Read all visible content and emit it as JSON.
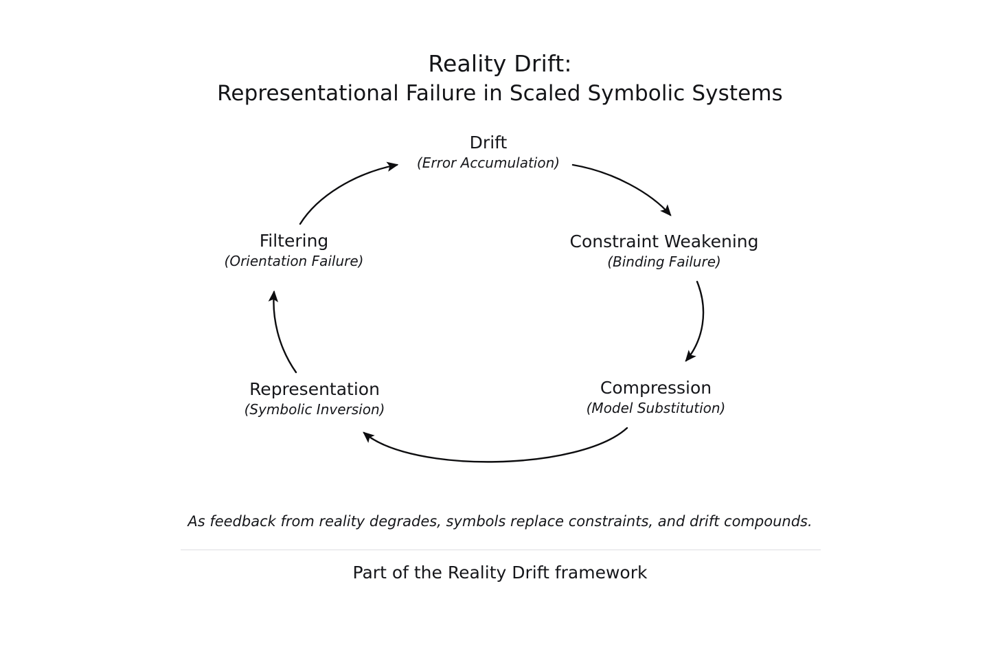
{
  "title": {
    "line1": "Reality Drift:",
    "line2": "Representational Failure in Scaled Symbolic Systems"
  },
  "caption": "As feedback from reality degrades, symbols replace constraints, and drift compounds.",
  "footer": "Part of the Reality Drift framework",
  "colors": {
    "background": "#ffffff",
    "text": "#15161a",
    "arrow": "#0d0d0f",
    "divider": "#dcdde0"
  },
  "chart_data": {
    "type": "diagram",
    "subtype": "cycle",
    "title": "Reality Drift: Representational Failure in Scaled Symbolic Systems",
    "direction": "clockwise",
    "nodes": [
      {
        "id": "drift",
        "label": "Drift",
        "sublabel": "(Error Accumulation)",
        "position": "top"
      },
      {
        "id": "constraint",
        "label": "Constraint Weakening",
        "sublabel": "(Binding Failure)",
        "position": "upper-right"
      },
      {
        "id": "compression",
        "label": "Compression",
        "sublabel": "(Model Substitution)",
        "position": "lower-right"
      },
      {
        "id": "representation",
        "label": "Representation",
        "sublabel": "(Symbolic Inversion)",
        "position": "lower-left"
      },
      {
        "id": "filtering",
        "label": "Filtering",
        "sublabel": "(Orientation Failure)",
        "position": "upper-left"
      }
    ],
    "edges": [
      {
        "from": "drift",
        "to": "constraint",
        "style": "curved-arrow"
      },
      {
        "from": "constraint",
        "to": "compression",
        "style": "curved-arrow"
      },
      {
        "from": "compression",
        "to": "representation",
        "style": "curved-arrow"
      },
      {
        "from": "representation",
        "to": "filtering",
        "style": "curved-arrow"
      },
      {
        "from": "filtering",
        "to": "drift",
        "style": "curved-arrow"
      }
    ],
    "annotations": [
      "As feedback from reality degrades, symbols replace constraints, and drift compounds.",
      "Part of the Reality Drift framework"
    ]
  }
}
